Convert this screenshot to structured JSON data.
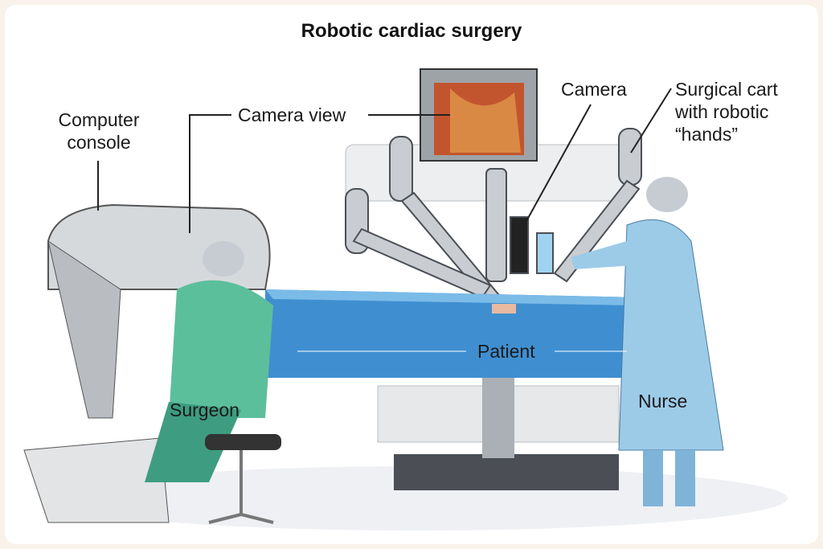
{
  "title": "Robotic cardiac surgery",
  "labels": {
    "computer_console_1": "Computer",
    "computer_console_2": "console",
    "camera_view": "Camera view",
    "camera": "Camera",
    "cart_1": "Surgical cart",
    "cart_2": "with robotic",
    "cart_3": "“hands”",
    "patient": "Patient",
    "surgeon": "Surgeon",
    "nurse": "Nurse"
  }
}
